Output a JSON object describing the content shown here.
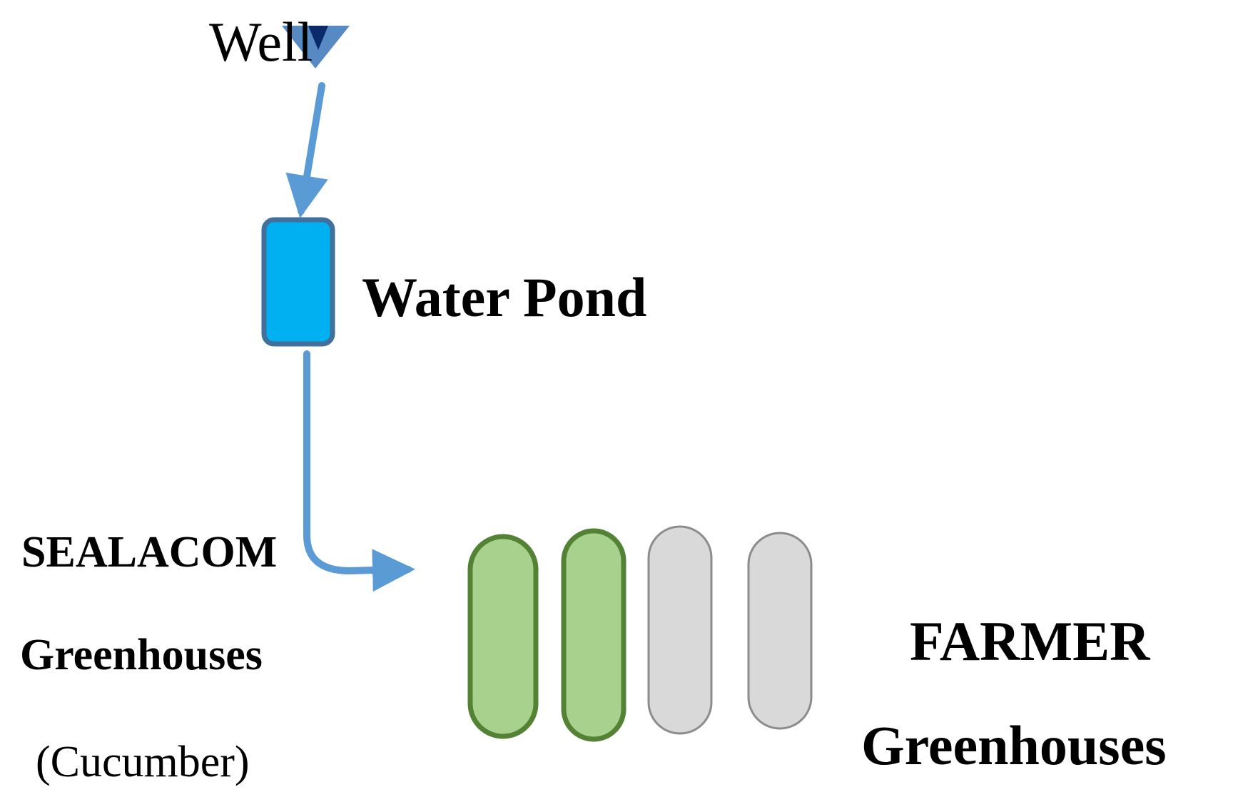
{
  "labels": {
    "well": "Well",
    "pond": "Water Pond",
    "sealacom_name": "SEALACOM",
    "sealacom_type": "Greenhouses",
    "sealacom_crop": "(Cucumber)",
    "farmer_name": "FARMER",
    "farmer_type": "Greenhouses"
  },
  "colors": {
    "flow_arrow": "#5b9bd5",
    "well_marker_fill": "#0b2a6b",
    "well_marker_outline": "#3a74b8",
    "pond_fill": "#00b0f0",
    "pond_border": "#41709c",
    "sealacom_greenhouse_fill": "#a9d18e",
    "sealacom_greenhouse_border": "#548235",
    "farmer_greenhouse_fill": "#d9d9d9",
    "farmer_greenhouse_border": "#8c8c8c"
  },
  "icons": {
    "well_marker": "inverted-triangle-icon",
    "flow": "arrow-icon"
  }
}
